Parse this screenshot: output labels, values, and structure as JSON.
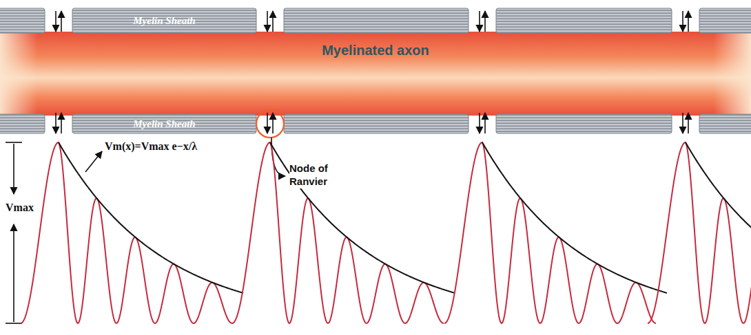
{
  "diagram": {
    "nodes": [
      {
        "text": [
          "Myelin Sheath"
        ]
      },
      {
        "text": [
          "Myelinated axon"
        ]
      },
      {
        "text": [
          "Myelin Sheath"
        ]
      }
    ],
    "labels": [
      "Node of Ranvier",
      "Vm(x)=Vmax e−x/λ",
      "Vmax"
    ]
  }
}
